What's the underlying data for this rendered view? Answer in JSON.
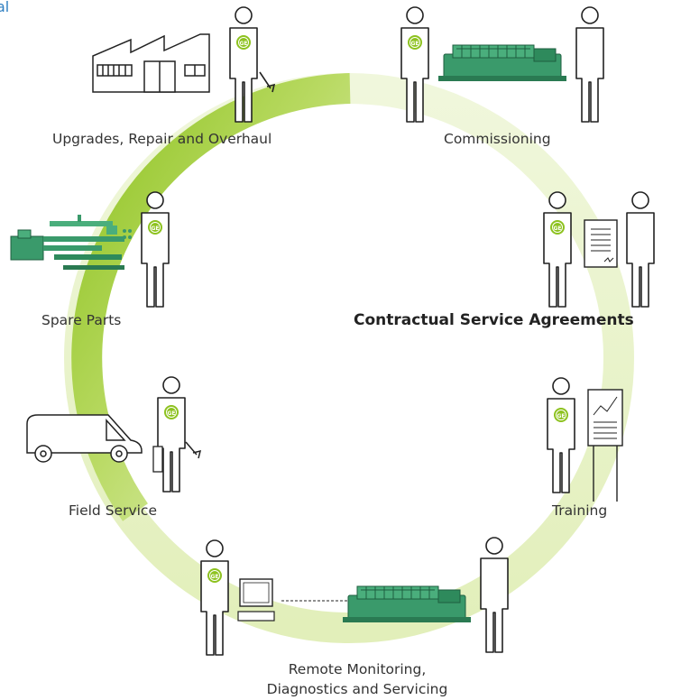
{
  "corner_fragment": "al",
  "center_title": "Contractual Service Agreements",
  "stages": {
    "upgrades": "Upgrades, Repair and Overhaul",
    "commissioning": "Commissioning",
    "spare_parts": "Spare Parts",
    "field_service": "Field Service",
    "training": "Training",
    "remote_line1": "Remote Monitoring,",
    "remote_line2": "Diagnostics and Servicing"
  },
  "colors": {
    "ring_strong": "#8dc21f",
    "ring_light": "#e9f3c9",
    "accent_blue": "#2f7fc1",
    "engine_green": "#3a9a6b",
    "ge_badge": "#8dc21f"
  }
}
